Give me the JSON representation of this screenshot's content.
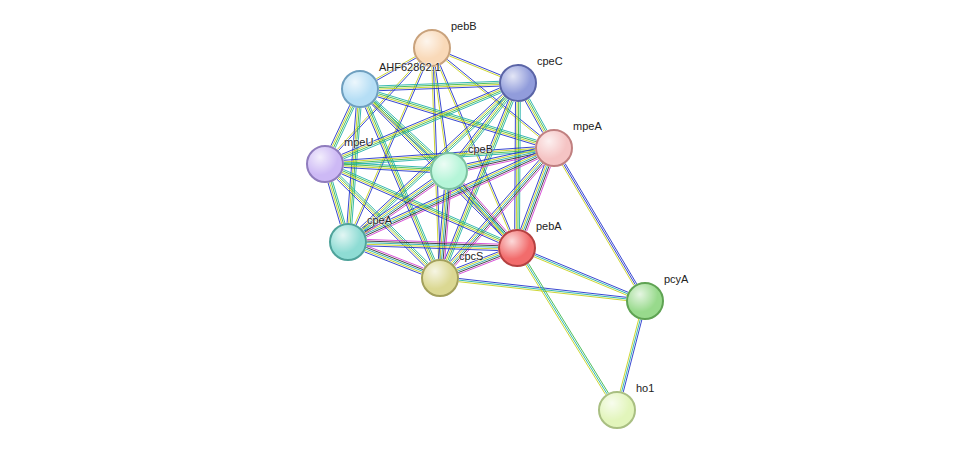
{
  "diagram": {
    "nodes": [
      {
        "text": [
          "pebB"
        ]
      },
      {
        "text": [
          "AHF62862.1"
        ]
      },
      {
        "text": [
          "cpeC"
        ]
      },
      {
        "text": [
          "mpeA"
        ]
      },
      {
        "text": [
          "mpeU"
        ]
      },
      {
        "text": [
          "cpeB"
        ]
      },
      {
        "text": [
          "cpeA"
        ]
      },
      {
        "text": [
          "pebA"
        ]
      },
      {
        "text": [
          "cpcS"
        ]
      },
      {
        "text": [
          "pcyA"
        ]
      },
      {
        "text": [
          "ho1"
        ]
      }
    ],
    "edges": [
      {
        "from": 0,
        "to": 1,
        "arrow": "none"
      },
      {
        "from": 0,
        "to": 2,
        "arrow": "none"
      },
      {
        "from": 0,
        "to": 3,
        "arrow": "none"
      },
      {
        "from": 0,
        "to": 4,
        "arrow": "none"
      },
      {
        "from": 0,
        "to": 5,
        "arrow": "none"
      },
      {
        "from": 0,
        "to": 6,
        "arrow": "none"
      },
      {
        "from": 0,
        "to": 7,
        "arrow": "none"
      },
      {
        "from": 0,
        "to": 8,
        "arrow": "none"
      },
      {
        "from": 1,
        "to": 2,
        "arrow": "none"
      },
      {
        "from": 1,
        "to": 3,
        "arrow": "none"
      },
      {
        "from": 1,
        "to": 4,
        "arrow": "none"
      },
      {
        "from": 1,
        "to": 5,
        "arrow": "none"
      },
      {
        "from": 1,
        "to": 6,
        "arrow": "none"
      },
      {
        "from": 1,
        "to": 7,
        "arrow": "none"
      },
      {
        "from": 1,
        "to": 8,
        "arrow": "none"
      },
      {
        "from": 2,
        "to": 3,
        "arrow": "none"
      },
      {
        "from": 2,
        "to": 4,
        "arrow": "none"
      },
      {
        "from": 2,
        "to": 5,
        "arrow": "none"
      },
      {
        "from": 2,
        "to": 6,
        "arrow": "none"
      },
      {
        "from": 2,
        "to": 7,
        "arrow": "none"
      },
      {
        "from": 2,
        "to": 8,
        "arrow": "none"
      },
      {
        "from": 3,
        "to": 4,
        "arrow": "none"
      },
      {
        "from": 3,
        "to": 5,
        "arrow": "none"
      },
      {
        "from": 3,
        "to": 6,
        "arrow": "none"
      },
      {
        "from": 3,
        "to": 7,
        "arrow": "none"
      },
      {
        "from": 3,
        "to": 8,
        "arrow": "none"
      },
      {
        "from": 4,
        "to": 5,
        "arrow": "none"
      },
      {
        "from": 4,
        "to": 6,
        "arrow": "none"
      },
      {
        "from": 4,
        "to": 7,
        "arrow": "none"
      },
      {
        "from": 4,
        "to": 8,
        "arrow": "none"
      },
      {
        "from": 5,
        "to": 6,
        "arrow": "none"
      },
      {
        "from": 5,
        "to": 7,
        "arrow": "none"
      },
      {
        "from": 5,
        "to": 8,
        "arrow": "none"
      },
      {
        "from": 6,
        "to": 7,
        "arrow": "none"
      },
      {
        "from": 6,
        "to": 8,
        "arrow": "none"
      },
      {
        "from": 7,
        "to": 8,
        "arrow": "none"
      },
      {
        "from": 3,
        "to": 9,
        "arrow": "none"
      },
      {
        "from": 7,
        "to": 9,
        "arrow": "none"
      },
      {
        "from": 8,
        "to": 9,
        "arrow": "none"
      },
      {
        "from": 9,
        "to": 10,
        "arrow": "none"
      },
      {
        "from": 7,
        "to": 10,
        "arrow": "none"
      }
    ]
  }
}
